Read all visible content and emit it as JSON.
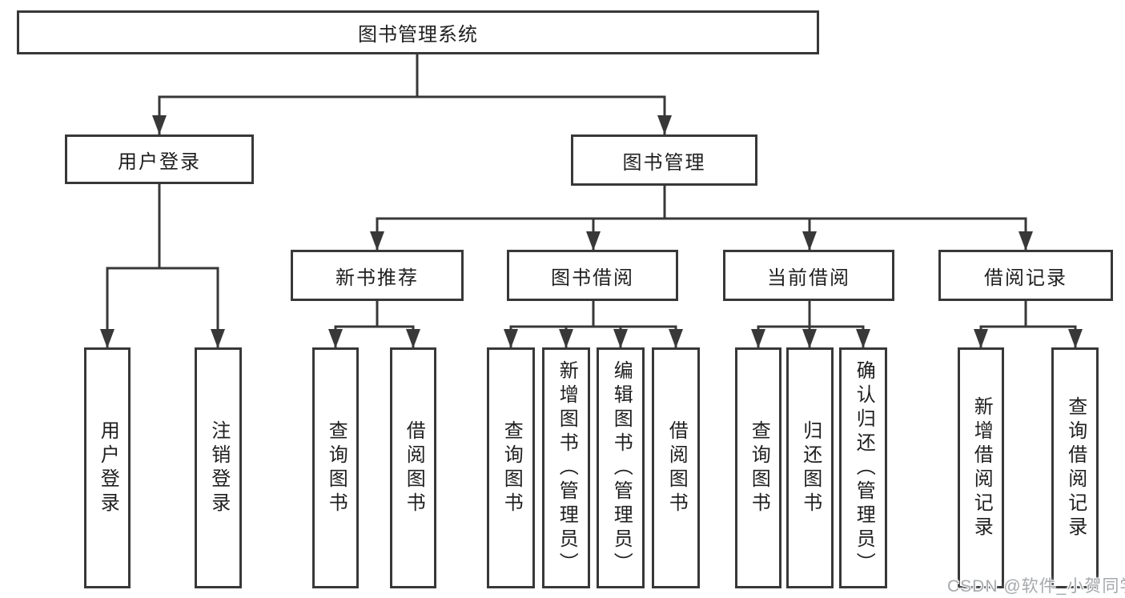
{
  "tree": {
    "root": "图书管理系统",
    "level2": [
      {
        "label": "用户登录",
        "leaves": [
          "用户登录",
          "注销登录"
        ]
      },
      {
        "label": "图书管理",
        "groups": [
          {
            "label": "新书推荐",
            "leaves": [
              "查询图书",
              "借阅图书"
            ]
          },
          {
            "label": "图书借阅",
            "leaves": [
              "查询图书",
              "新增图书（管理员）",
              "编辑图书（管理员）",
              "借阅图书"
            ]
          },
          {
            "label": "当前借阅",
            "leaves": [
              "查询图书",
              "归还图书",
              "确认归还（管理员）"
            ]
          },
          {
            "label": "借阅记录",
            "leaves": [
              "新增借阅记录",
              "查询借阅记录"
            ]
          }
        ]
      }
    ]
  },
  "watermark": {
    "text": "CSDN @软件_小贺同学"
  },
  "colors": {
    "line": "#383838",
    "text": "#1f1f1f",
    "box_background": "#ffffff",
    "watermark": "#a6a9ac",
    "background": "#ffffff"
  }
}
